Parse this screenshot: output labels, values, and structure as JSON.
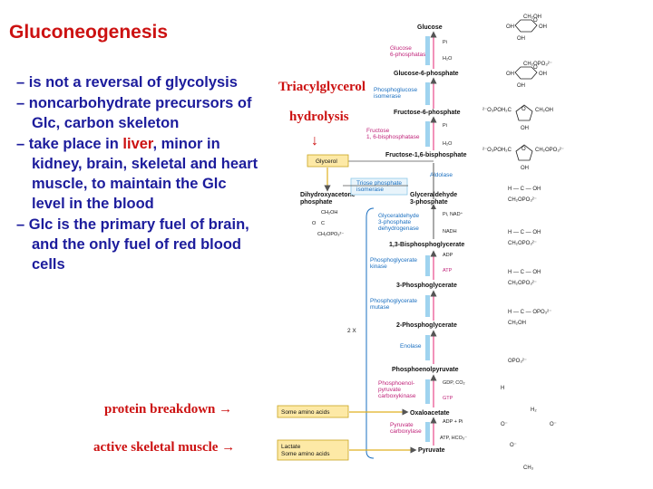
{
  "title": "Gluconeogenesis",
  "bullets": [
    {
      "pre": "– is not a reversal of glycolysis",
      "highlight": "",
      "post": ""
    },
    {
      "pre": "– noncarbohydrate precursors of Glc, carbon skeleton",
      "highlight": "",
      "post": ""
    },
    {
      "pre": "– take place in ",
      "highlight": "liver",
      "post": ", minor in kidney, brain, skeletal and heart muscle, to maintain the Glc level in the blood"
    },
    {
      "pre": "– Glc is the primary fuel of brain, and the only fuel of red blood cells",
      "highlight": "",
      "post": ""
    }
  ],
  "side_labels": {
    "triacylglycerol": "Triacylglycerol",
    "hydrolysis": "hydrolysis",
    "down_arrow": "↓",
    "protein": "protein breakdown →",
    "muscle": "active skeletal muscle →"
  },
  "pathway": {
    "glucose": "Glucose",
    "glucose_6_phosphatase": "Glucose\n6-phosphatase",
    "glucose_6_phosphate": "Glucose-6-phosphate",
    "phosphoglucose_isomerase": "Phosphoglucose\nisomerase",
    "fructose_6_phosphate": "Fructose-6-phosphate",
    "fructose_bisphosphatase": "Fructose\n1, 6-bisphosphatase",
    "fructose_16_bisphosphate": "Fructose-1,6-bisphosphate",
    "aldolase": "Aldolase",
    "glycerol": "Glycerol",
    "triose_phosphate_isomerase": "Triose phosphate\nisomerase",
    "dihydroxyacetone_phosphate": "Dihydroxyacetone\nphosphate",
    "glyceraldehyde_3_phosphate": "Glyceraldehyde\n3-phosphate",
    "gapdh": "Glyceraldehyde\n3-phosphate\ndehydrogenase",
    "bisphosphoglycerate": "1,3-Bisphosphoglycerate",
    "phosphoglycerate_kinase": "Phosphoglycerate\nkinase",
    "phosphoglycerate_3": "3-Phosphoglycerate",
    "phosphoglycerate_mutase": "Phosphoglycerate\nmutase",
    "phosphoglycerate_2": "2-Phosphoglycerate",
    "enolase": "Enolase",
    "pep": "Phosphoenolpyruvate",
    "pepck": "Phosphoenol-\npyruvate\ncarboxykinase",
    "oxaloacetate": "Oxaloacetate",
    "pyruvate_carboxylase": "Pyruvate\ncarboxylase",
    "pyruvate": "Pyruvate",
    "amino_acids": "Some amino acids",
    "lactate_box": "Lactate\nSome amino acids",
    "two_x": "2 X",
    "pi": "Pi",
    "h2o": "H₂O",
    "pi_nad": "Pi, NAD⁺",
    "nadh": "NADH",
    "adp": "ADP",
    "atp": "ATP",
    "gdp_co2": "GDP, CO₂",
    "gtp": "GTP",
    "adp_pi": "ADP + Pi",
    "atp_hco3": "ATP, HCO₃⁻"
  },
  "structures": {
    "ch2oh": "CH₂OH",
    "ch2opo3": "CH₂OPO₃²⁻",
    "o3poh2c": "²⁻O₃POH₂C",
    "oh": "OH",
    "o": "O",
    "h": "H",
    "c": "C",
    "h_c_oh": "H — C — OH",
    "h_c_opo3": "H — C — OPO₃²⁻",
    "o3po_c": "²⁻O₃PO",
    "ch3": "CH₃",
    "h2": "H₂",
    "o_minus": "O⁻",
    "opo3": "OPO₃²⁻"
  }
}
